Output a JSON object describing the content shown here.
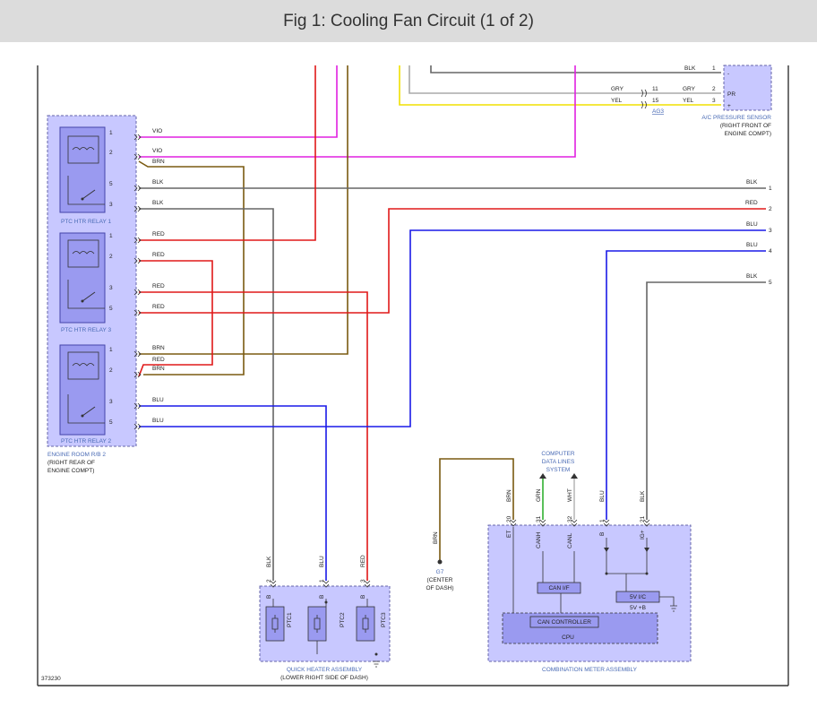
{
  "header": {
    "title": "Fig 1: Cooling Fan Circuit (1 of 2)"
  },
  "colors": {
    "VIO": "#e020e0",
    "BRN": "#7a5a10",
    "BLK": "#666666",
    "RED": "#e01818",
    "BLU": "#1a1ae8",
    "GRY": "#aaaaaa",
    "YEL": "#f0e000",
    "GRN": "#30b030",
    "component_fill": "#c8c8ff",
    "relay_fill": "#9a9af0",
    "component_stroke": "#6666aa"
  },
  "ac_pressure_sensor": {
    "label": "A/C PRESSURE SENSOR",
    "location_line1": "(RIGHT FRONT OF",
    "location_line2": "ENGINE COMPT)",
    "pins": [
      "-",
      "PR",
      "+"
    ],
    "pin_numbers": [
      "1",
      "2",
      "3"
    ],
    "wires": [
      "BLK",
      "GRY",
      "YEL"
    ],
    "connector_pins": [
      "11",
      "15"
    ],
    "connector_id": "AG3"
  },
  "engine_room_rb": {
    "label_line1": "ENGINE ROOM R/B 2",
    "label_line2": "(RIGHT REAR OF",
    "label_line3": "ENGINE COMPT)",
    "relays": [
      "PTC HTR RELAY 1",
      "PTC HTR RELAY 3",
      "PTC HTR RELAY 2"
    ],
    "relay1_pins": [
      "1",
      "2",
      "5",
      "3"
    ],
    "relay1_wires": [
      "VIO",
      "VIO",
      "BRN",
      "BLK",
      "BLK"
    ],
    "relay3_pins": [
      "1",
      "2",
      "3",
      "5"
    ],
    "relay3_wires": [
      "RED",
      "RED",
      "RED",
      "RED"
    ],
    "relay2_pins": [
      "1",
      "2",
      "3",
      "5"
    ],
    "relay2_wires": [
      "BRN",
      "RED",
      "BRN",
      "BLU",
      "BLU"
    ]
  },
  "off_page": {
    "numbers": [
      "1",
      "2",
      "3",
      "4",
      "5"
    ],
    "wires": [
      "BLK",
      "RED",
      "BLU",
      "BLU",
      "BLK"
    ]
  },
  "quick_heater": {
    "label_line1": "QUICK HEATER ASSEMBLY",
    "label_line2": "(LOWER RIGHT SIDE OF DASH)",
    "wires": [
      "BLK",
      "BLU",
      "RED"
    ],
    "pins": [
      "2",
      "1",
      "3"
    ],
    "pin_labels": [
      "B",
      "B",
      "B"
    ],
    "elements": [
      "PTC1",
      "PTC2",
      "PTC3"
    ]
  },
  "ground": {
    "id": "G7",
    "line1": "(CENTER",
    "line2": "OF DASH)",
    "wire": "BRN"
  },
  "computer_data_lines": {
    "line1": "COMPUTER",
    "line2": "DATA LINES",
    "line3": "SYSTEM"
  },
  "combination_meter": {
    "label": "COMBINATION METER ASSEMBLY",
    "wires": [
      "BRN",
      "GRN",
      "WHT",
      "BLU",
      "BLK"
    ],
    "pins": [
      "20",
      "31",
      "32",
      "1",
      "21"
    ],
    "pin_labels": [
      "ET",
      "CANH",
      "CANL",
      "B",
      "IG+"
    ],
    "blocks": {
      "can_if": "CAN I/F",
      "five_v_ic": "5V I/C",
      "five_v_b": "5V +B",
      "can_controller": "CAN CONTROLLER",
      "cpu": "CPU"
    }
  },
  "figure_id": "373230"
}
